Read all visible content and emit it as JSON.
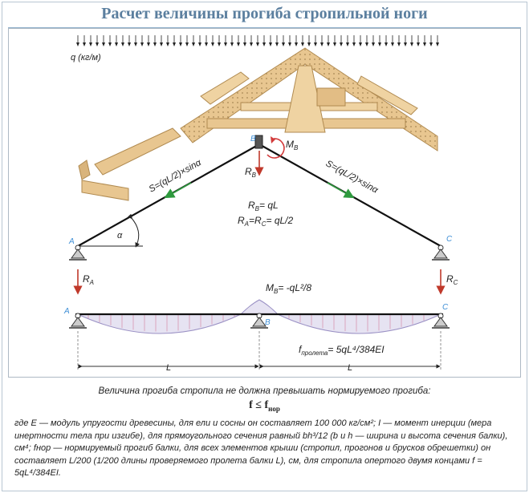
{
  "title": "Расчет величины прогиба стропильной ноги",
  "diagram": {
    "load_label": "q (кг/м)",
    "points": {
      "a": "A",
      "b": "B",
      "c": "C"
    },
    "moment_top": "M",
    "moment_top_sub": "B",
    "reaction_b": "R",
    "reaction_b_sub": "B",
    "eq_rb": "R",
    "eq_rb_sub": "B",
    "eq_rb_rhs": "= qL",
    "eq_ra_prefix": "R",
    "eq_ra_sub": "A",
    "eq_ra_mid": "=R",
    "eq_rc_sub": "C",
    "eq_ra_rhs": "= qL/2",
    "force_left": "S=(qL/2)×sinα",
    "force_right": "S=(qL/2)×sinα",
    "angle": "α",
    "reaction_a": "R",
    "reaction_a_sub": "A",
    "reaction_c": "R",
    "reaction_c_sub": "C",
    "moment_bottom_prefix": "M",
    "moment_bottom_sub": "B",
    "moment_bottom_value": "= -qL²/8",
    "deflection_prefix": "f",
    "deflection_sub": "пролета",
    "deflection_value": "= 5qL⁴/384EI",
    "span_left": "L",
    "span_right": "L"
  },
  "note": "Величина прогиба стропила не должна превышать нормируемого прогиба:",
  "formula_left": "f ≤ f",
  "formula_sub": "нор",
  "footnote": "где E — модуль упругости древесины, для ели и сосны он составляет 100 000 кг/см²; I — момент инерции (мера инертности тела при изгибе), для прямоугольного сечения равный bh³/12 (b и h — ширина и высота сечения балки), см⁴; fнор — нормируемый прогиб балки, для всех элементов крыши (стропил, прогонов и брусков обрешетки) он составляет L/200 (1/200 длины проверяемого пролета балки L), см, для стропила опертого двумя концами f = 5qL⁴/384EI.",
  "colors": {
    "title": "#5b7f9f",
    "point_label": "#3f8fd6",
    "force_arrow": "#2e9a3e",
    "moment_arrow": "#d23a3a",
    "reaction_arrow": "#c0392b",
    "diagram_fill": "#e6e3f2",
    "diagram_hatch": "#d38aa8",
    "wood": "#e8c690"
  }
}
